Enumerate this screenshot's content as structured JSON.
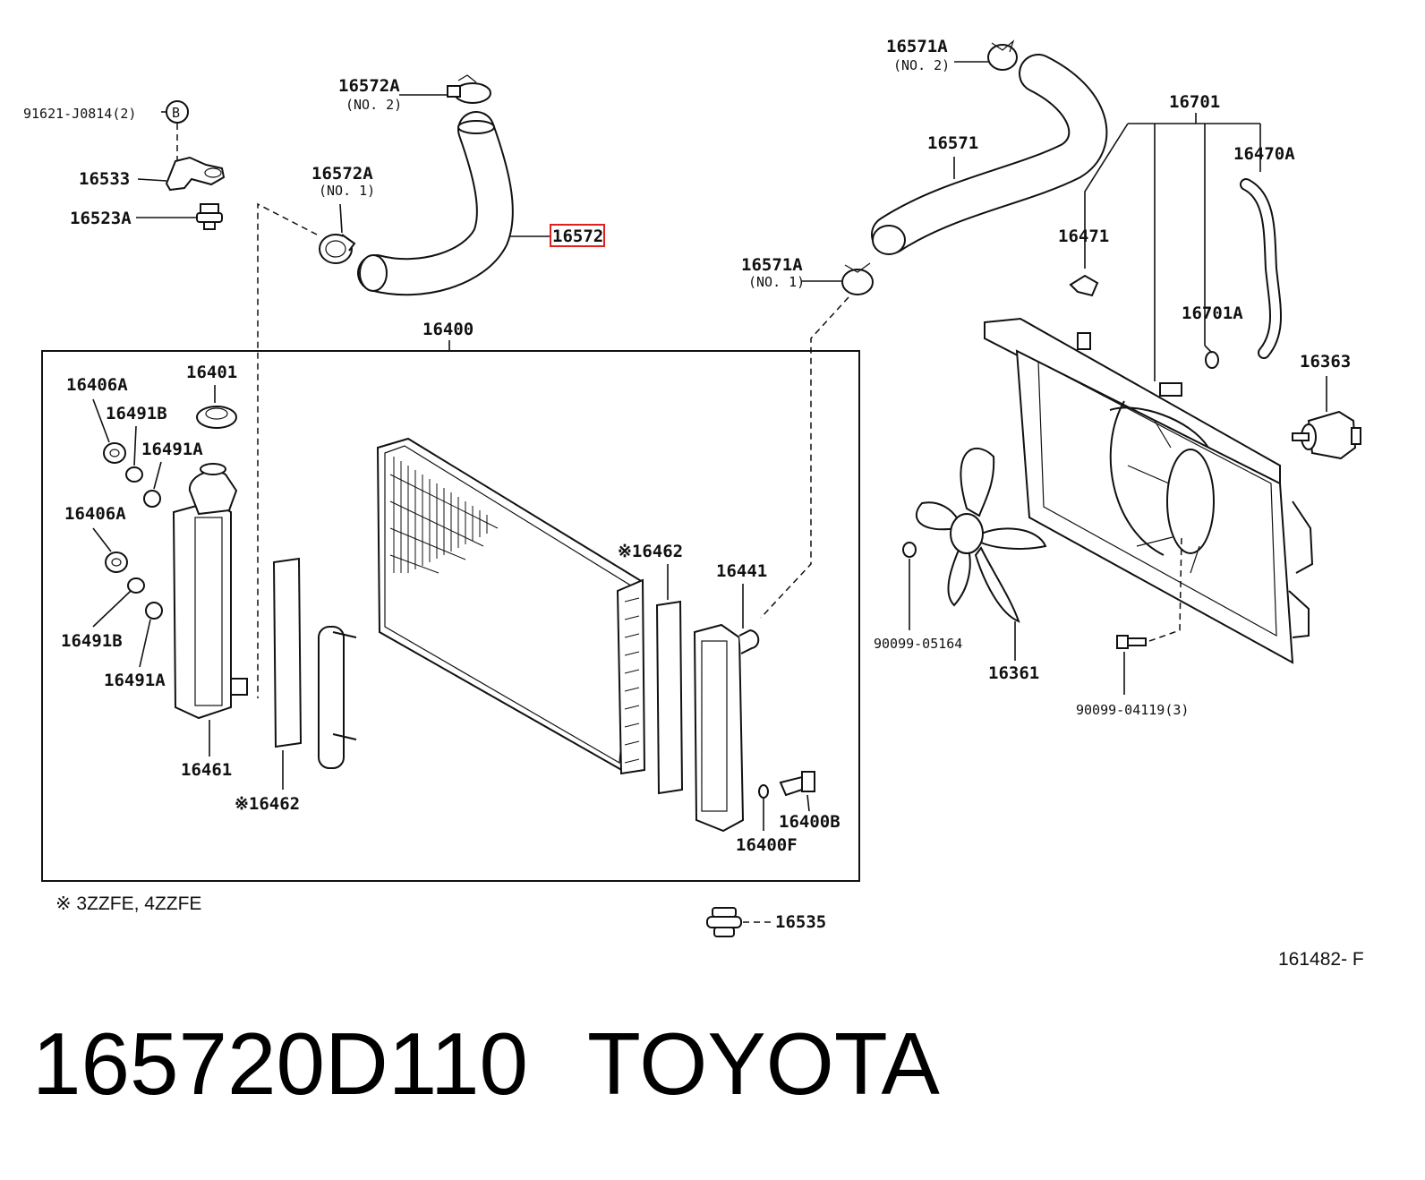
{
  "diagram": {
    "labels": {
      "p91621": "91621-J0814(2)",
      "ref_b": "B",
      "p16533": "16533",
      "p16523A": "16523A",
      "p16572A_no2": "16572A",
      "no2_a": "(NO. 2)",
      "p16572A_no1": "16572A",
      "no1_a": "(NO. 1)",
      "p16572": "16572",
      "p16571A_no2": "16571A",
      "no2_b": "(NO. 2)",
      "p16571": "16571",
      "p16571A_no1": "16571A",
      "no1_b": "(NO. 1)",
      "p16701": "16701",
      "p16470A": "16470A",
      "p16471": "16471",
      "p16701A": "16701A",
      "p16363": "16363",
      "p16400": "16400",
      "p16406A_top": "16406A",
      "p16401": "16401",
      "p16491B_top": "16491B",
      "p16491A_top": "16491A",
      "p16406A_mid": "16406A",
      "p16491B_bot": "16491B",
      "p16491A_bot": "16491A",
      "p16461": "16461",
      "p16462_left": "※16462",
      "p16462_right": "※16462",
      "p16441": "16441",
      "p16400B": "16400B",
      "p16400F": "16400F",
      "p90099_05164": "90099-05164",
      "p16361": "16361",
      "p90099_04119": "90099-04119(3)",
      "p16535": "16535"
    },
    "footnote": "※ 3ZZFE, 4ZZFE",
    "figure_code": "161482- F",
    "highlight_color": "#e02020"
  },
  "caption": {
    "part_number": "165720D110",
    "brand": "TOYOTA"
  }
}
